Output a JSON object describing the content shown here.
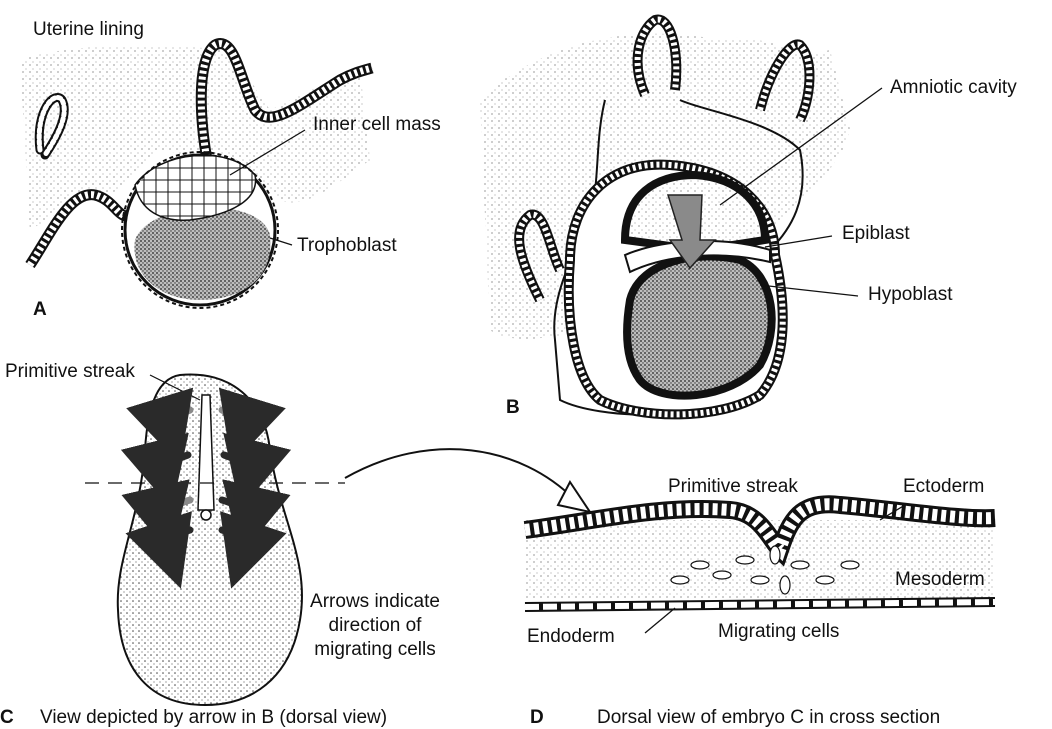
{
  "panel_A": {
    "letter": "A",
    "labels": {
      "uterine_lining": "Uterine lining",
      "inner_cell_mass": "Inner cell mass",
      "trophoblast": "Trophoblast"
    }
  },
  "panel_B": {
    "letter": "B",
    "labels": {
      "amniotic_cavity": "Amniotic cavity",
      "epiblast": "Epiblast",
      "hypoblast": "Hypoblast"
    }
  },
  "panel_C": {
    "letter": "C",
    "caption": "View depicted by arrow in B (dorsal view)",
    "labels": {
      "primitive_streak": "Primitive streak",
      "arrows_note_1": "Arrows indicate",
      "arrows_note_2": "direction of",
      "arrows_note_3": "migrating cells"
    }
  },
  "panel_D": {
    "letter": "D",
    "caption": "Dorsal view of embryo C in cross section",
    "labels": {
      "primitive_streak": "Primitive streak",
      "ectoderm": "Ectoderm",
      "mesoderm": "Mesoderm",
      "endoderm": "Endoderm",
      "migrating_cells": "Migrating cells"
    }
  },
  "colors": {
    "ink": "#111111",
    "arrow_dark": "#2a2a2a",
    "arrow_grey": "#8a8a8a",
    "stipple": "#555555"
  }
}
